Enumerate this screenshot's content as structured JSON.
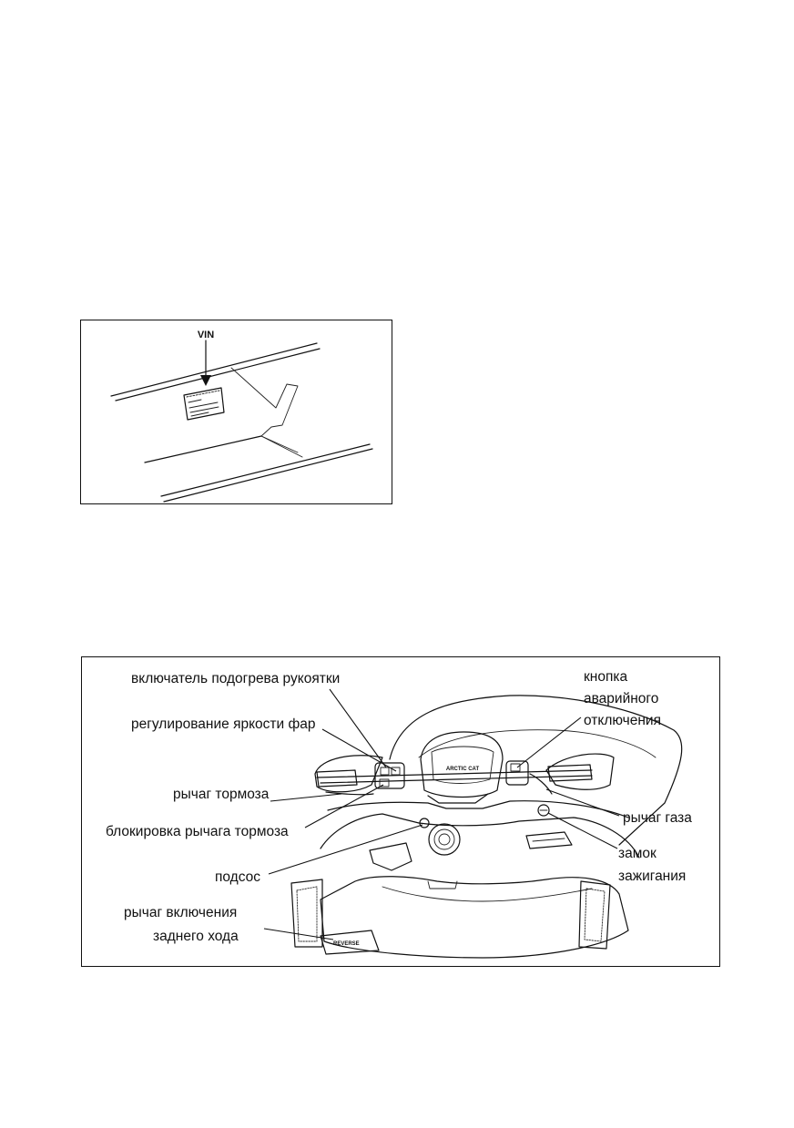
{
  "vin_figure": {
    "label": "VIN"
  },
  "controls_figure": {
    "labels": {
      "grip_heater_switch": "включатель подогрева рукоятки",
      "headlight_dimmer": "регулирование яркости фар",
      "brake_lever": "рычаг тормоза",
      "brake_lever_lock": "блокировка рычага тормоза",
      "choke": "подсос",
      "reverse_lever_line1": "рычаг включения",
      "reverse_lever_line2": "заднего хода",
      "emergency_stop_line1": "кнопка",
      "emergency_stop_line2": "аварийного",
      "emergency_stop_line3": "отключения",
      "throttle_lever": "рычаг газа",
      "ignition_line1": "замок",
      "ignition_line2": "зажигания"
    },
    "decals": {
      "reverse": "REVERSE",
      "brand": "ARCTIC CAT"
    }
  }
}
